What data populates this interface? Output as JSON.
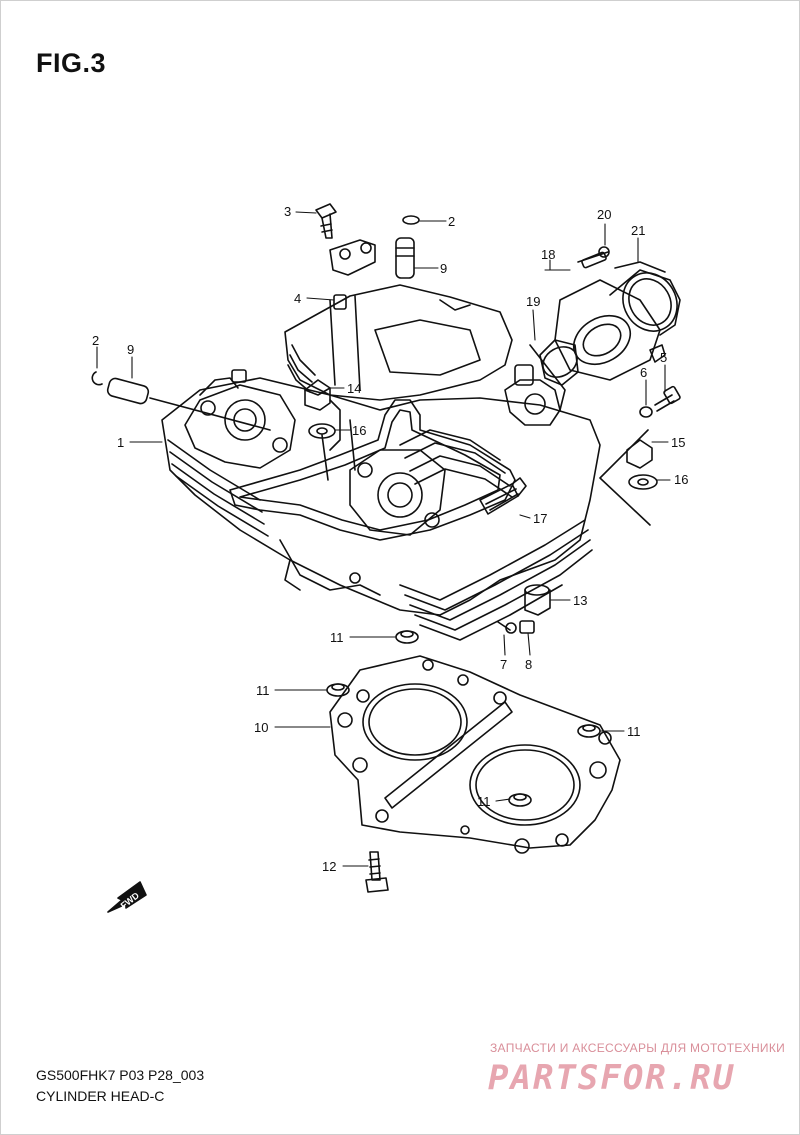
{
  "figure": {
    "title": "FIG.3"
  },
  "footer": {
    "model_code": "GS500FHK7 P03 P28_003",
    "section_name": "CYLINDER HEAD-C"
  },
  "orientation": {
    "fwd_label": "FWD"
  },
  "watermark": {
    "tagline": "ЗАПЧАСТИ И АКСЕССУАРЫ ДЛЯ МОТОТЕХНИКИ",
    "logo": "PARTSFOR.RU",
    "color": "#e7a6b0"
  },
  "callouts": {
    "c1": "1",
    "c2a": "2",
    "c2b": "2",
    "c3": "3",
    "c4": "4",
    "c5": "5",
    "c6": "6",
    "c7": "7",
    "c8": "8",
    "c9a": "9",
    "c9b": "9",
    "c10": "10",
    "c11a": "11",
    "c11b": "11",
    "c11c": "11",
    "c11d": "11",
    "c12": "12",
    "c13": "13",
    "c14": "14",
    "c15": "15",
    "c16a": "16",
    "c16b": "16",
    "c17": "17",
    "c18": "18",
    "c19": "19",
    "c20": "20",
    "c21": "21"
  }
}
